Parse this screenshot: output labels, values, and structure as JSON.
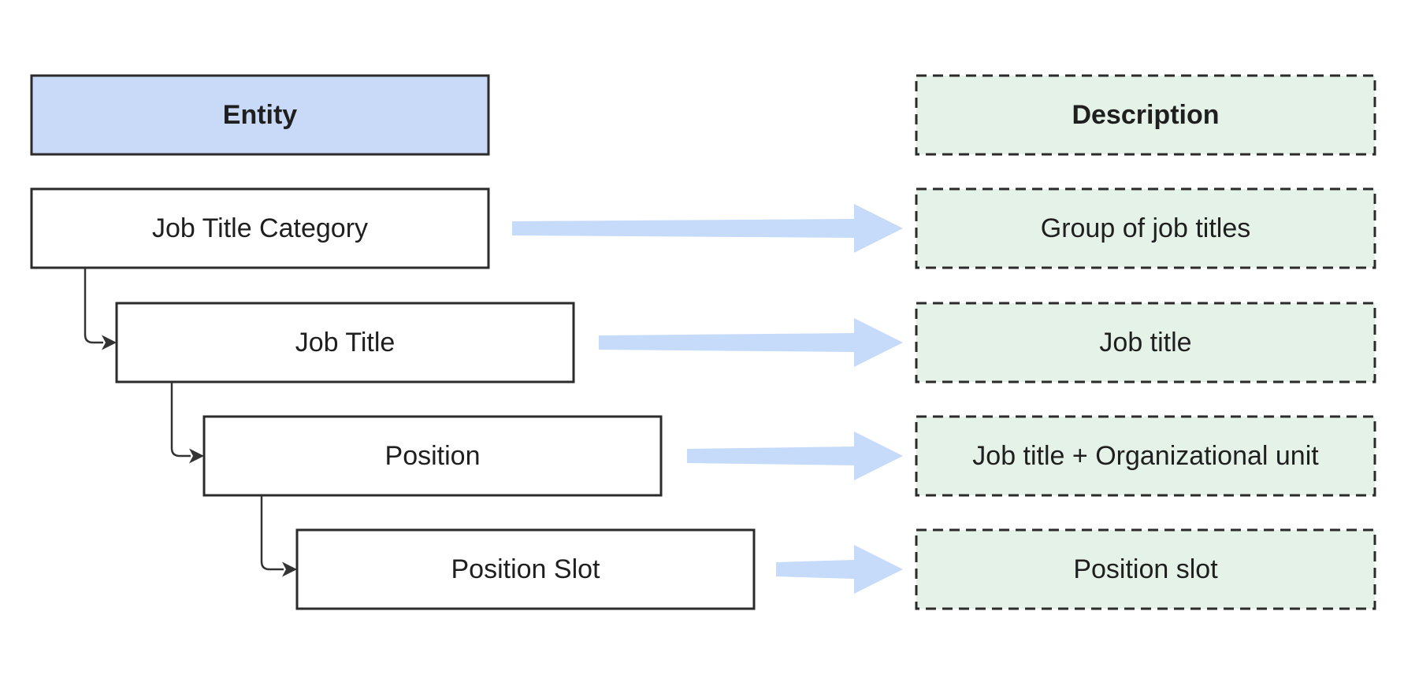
{
  "diagram": {
    "colors": {
      "canvas_bg": "#ffffff",
      "entity_header_fill": "#c9daf8",
      "entity_box_fill": "#ffffff",
      "description_fill": "#e4f2e8",
      "description_border": "#2b2b2b",
      "box_border": "#2b2b2b",
      "connector": "#333333",
      "arrow_fill": "#c6dafa",
      "text": "#1f1f1f"
    },
    "headers": {
      "entity": "Entity",
      "description": "Description"
    },
    "rows": [
      {
        "entity": "Job Title Category",
        "description": "Group of job titles"
      },
      {
        "entity": "Job Title",
        "description": "Job title"
      },
      {
        "entity": "Position",
        "description": "Job title + Organizational unit"
      },
      {
        "entity": "Position Slot",
        "description": "Position slot"
      }
    ]
  }
}
